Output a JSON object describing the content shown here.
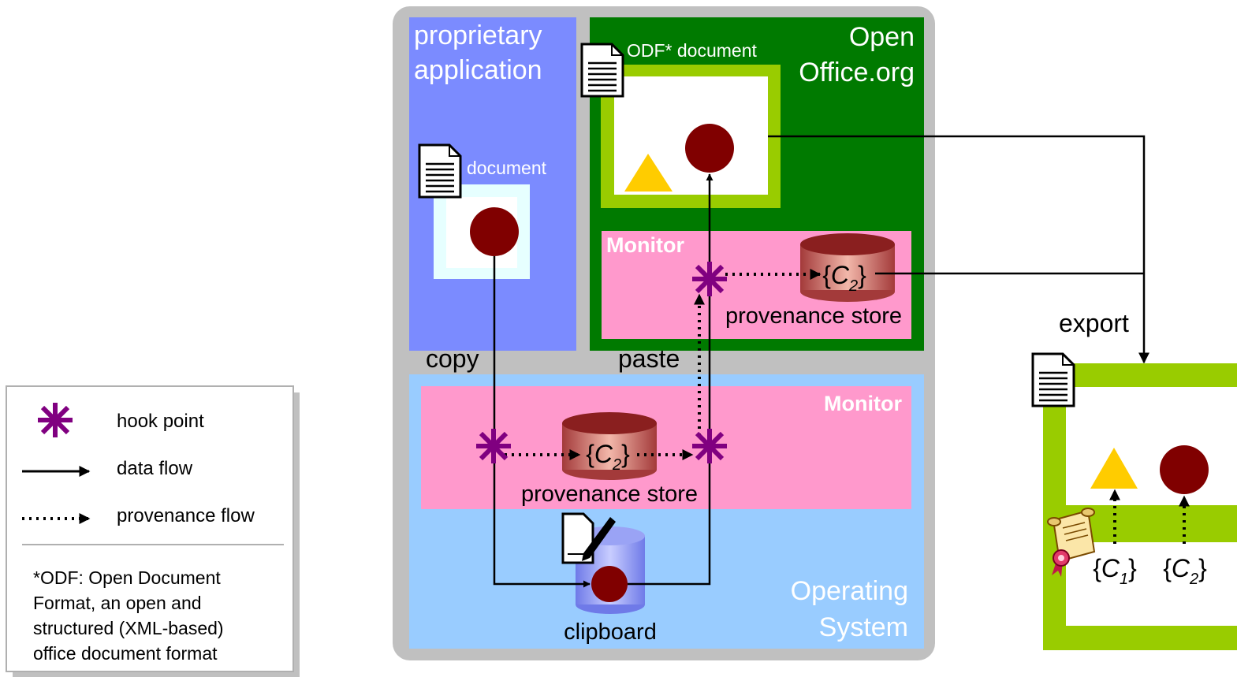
{
  "legend": {
    "hook_point": "hook point",
    "data_flow": "data flow",
    "provenance_flow": "provenance flow",
    "footnote_lines": [
      "*ODF: Open Document",
      "Format, an open and",
      "structured (XML-based)",
      "office document format"
    ]
  },
  "proprietary": {
    "title_line1": "proprietary",
    "title_line2": "application",
    "document_label": "document"
  },
  "openoffice": {
    "title_line1": "Open",
    "title_line2": "Office.org",
    "document_label": "ODF* document",
    "monitor_label": "Monitor",
    "store_label": "provenance store",
    "store_content": "{C2}"
  },
  "os": {
    "title_line1": "Operating",
    "title_line2": "System",
    "monitor_label": "Monitor",
    "store_label": "provenance store",
    "store_content": "{C2}",
    "clipboard_label": "clipboard"
  },
  "flow_labels": {
    "copy": "copy",
    "paste": "paste",
    "export": "export"
  },
  "exported": {
    "c1": "{C1}",
    "c2": "{C2}"
  },
  "colors": {
    "frame_gray": "#c0c0c0",
    "proprietary_blue": "#7b8bff",
    "openoffice_green": "#007a00",
    "os_lightblue": "#99ccff",
    "monitor_pink": "#ff99cc",
    "lime": "#99cc00",
    "dark_red": "#800000",
    "gold": "#ffcc00",
    "hook_purple": "#800080"
  }
}
